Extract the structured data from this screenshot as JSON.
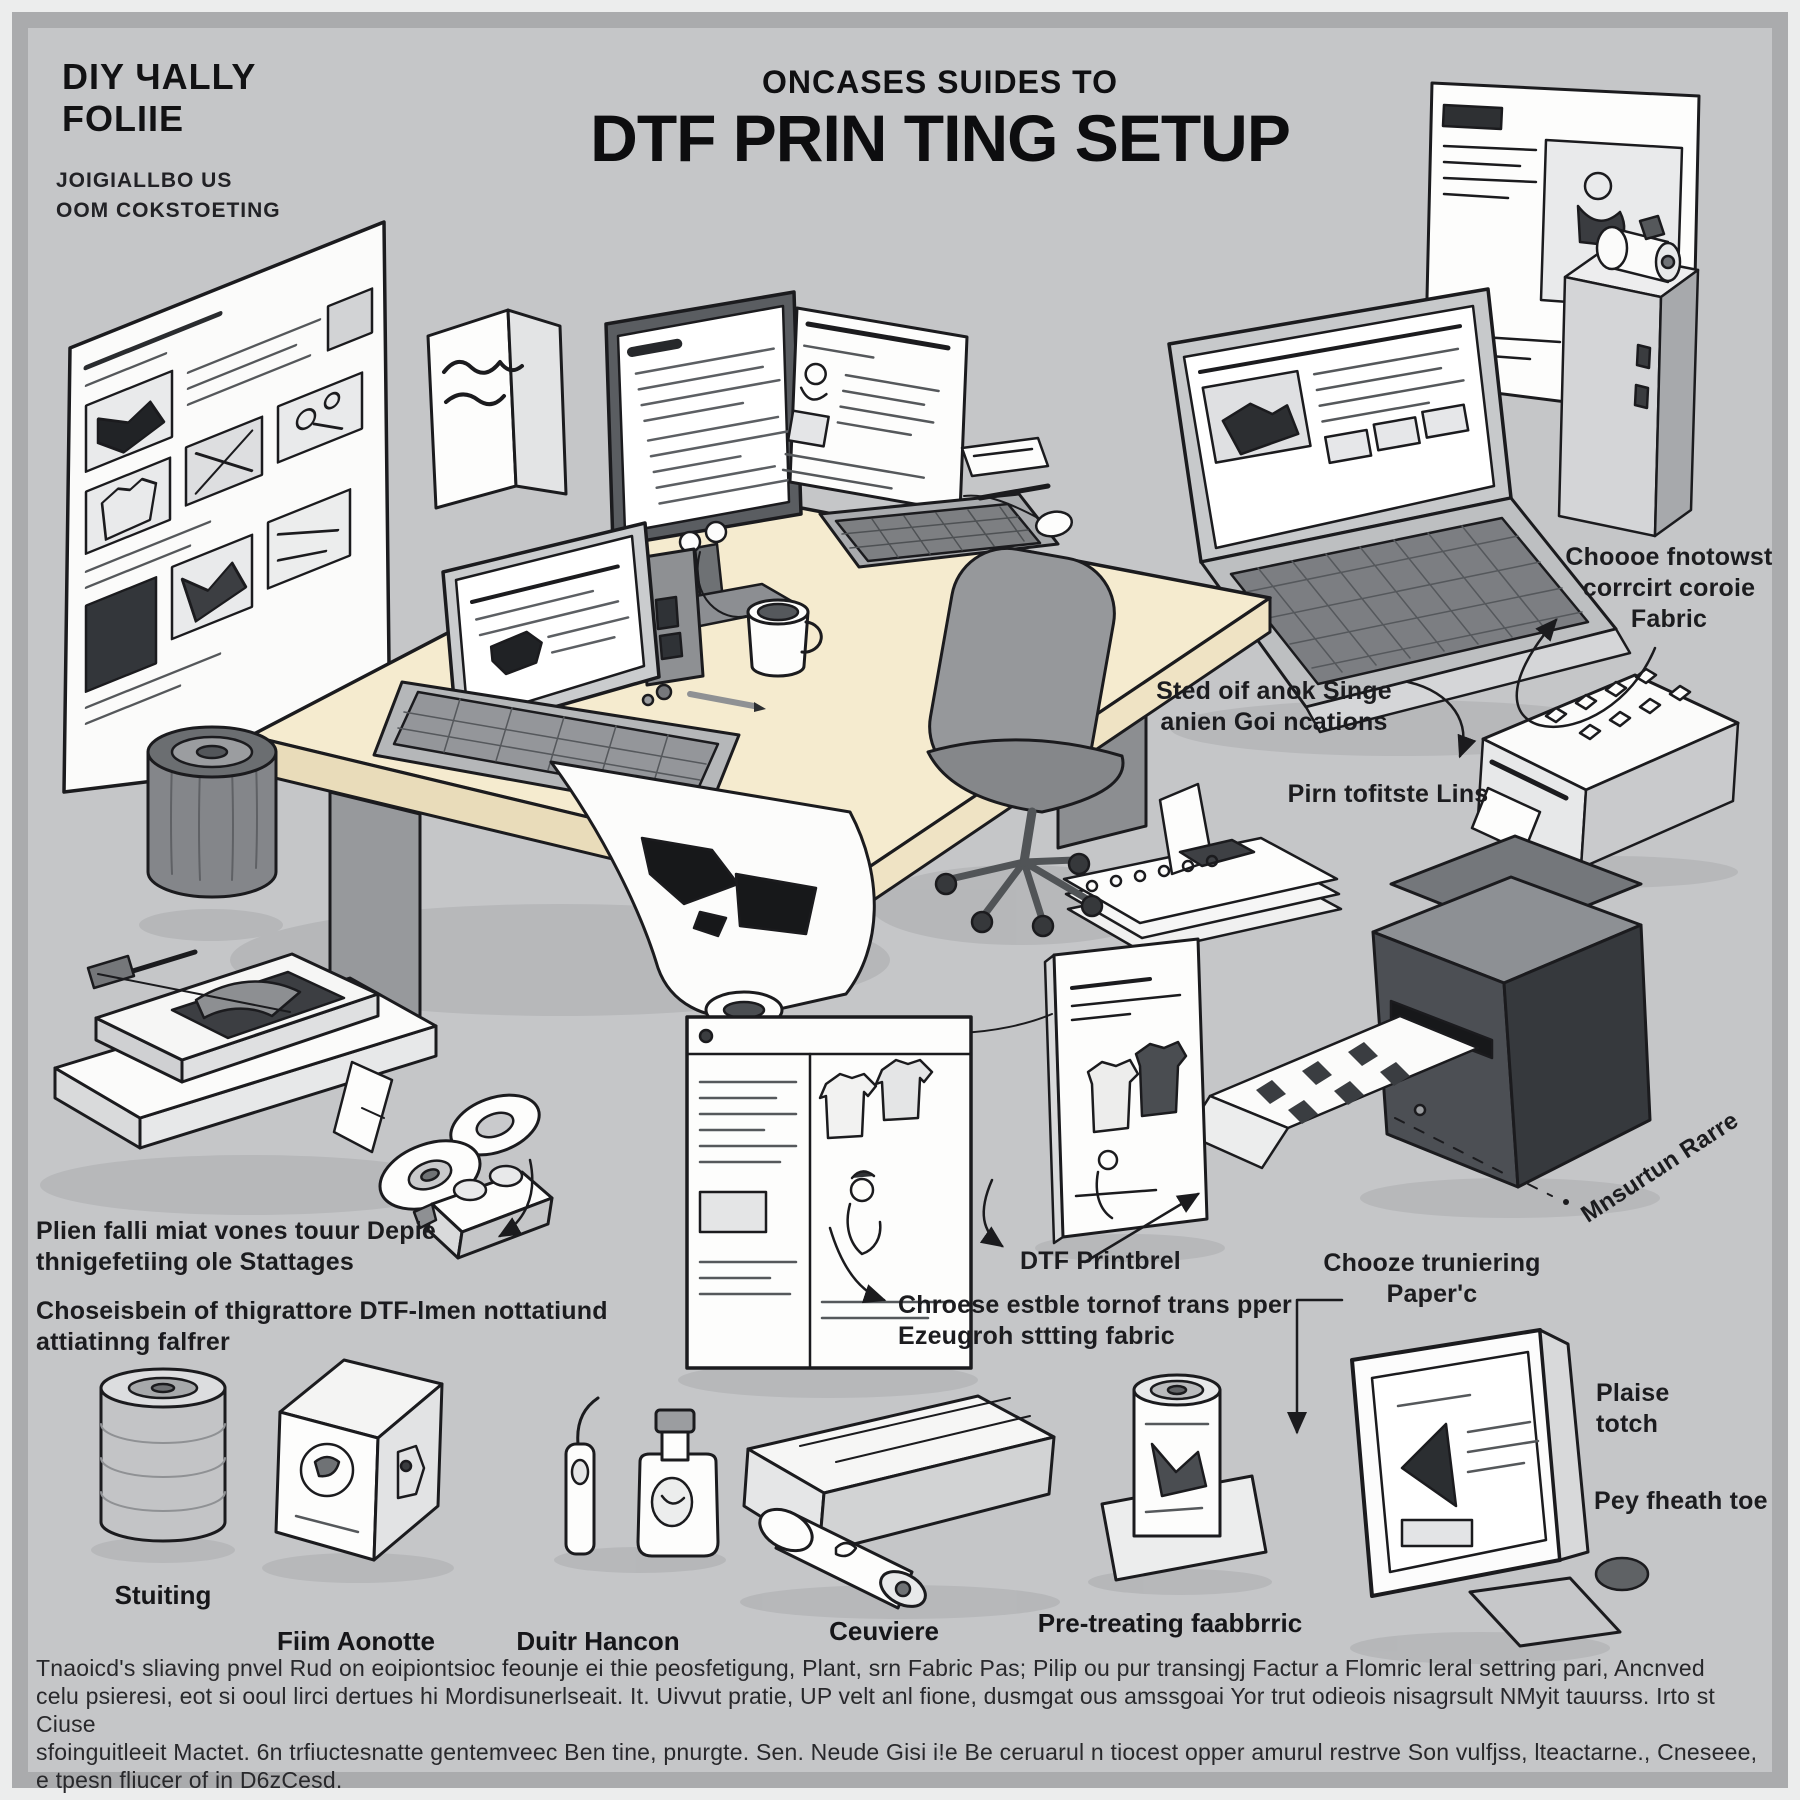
{
  "header": {
    "brand_title": "DIY ЧALLY\nFOLIIE",
    "brand_subtitle": "JOIGIALLBO US\nOOM COKSTOETING",
    "kicker": "ONCASES SUIDES TO",
    "title": "DTF PRIN TING SETUP"
  },
  "callouts": {
    "choose_fabric": "Choooe fnotowst\ncorrcirt coroie\nFabric",
    "seed_connections": "Sted oif anok Singe\nanien Goi ncations",
    "pim_lins": "Pirn tofitste Lins",
    "dtf_printbrel": "DTF Printbrel",
    "choose_paper": "Chooze truniering\nPaper'c",
    "measure_note": "Mnsurtun Rarre",
    "choose_transfer": "Chroese estble tornof trans pper\nEzeugroh sttting fabric",
    "plan_stages": "Plien falli miat vones touur Depie\nthnigefetiing ole Stattages",
    "choose_film": "Choseisbein of thigrattore DTF-lmen nottatiund\nattiatinng falfrer",
    "plate_touch": "Plaise\ntotch",
    "peel_sheet": "Pey fheath toe"
  },
  "items": {
    "stunting": "Stuiting",
    "film_aonotte": "Fiim Aonotte",
    "dutr_hancon": "Duitr Hancon",
    "ceuviere": "Ceuviere",
    "pretreating_fabric": "Pre-treating faabbrric"
  },
  "footer": {
    "paragraph": "Tnaoicd's sliaving pnvel Rud on eoipiontsioc feounje ei thie peosfetigung, Plant, srn Fabric Pas; Pilip ou pur transingj Factur a Flomric leral settring pari, Ancnved\ncelu psieresi, eot si ooul lirci dertues hi Mordisunerlseait. It. Uivvut pratie, UP velt anl fione, dusmgat ous amssgoai Yor trut odieois nisagrsult NMyit tauurss. Irto st Ciuse\nsfoinguitleeit Mactet. 6n trfiuctesnatte gentemveec Ben tine, pnurgte. Sen. Neude Gisi i!e Be ceruarul n tiocest opper amurul restrve Son vulfjss, lteactarne., Cneseee,\ne tpesn fliucer of in D6zCesd."
  },
  "colors": {
    "canvas": "#c5c6c8",
    "frame": "#aaabad",
    "desk": "#f5ebcf",
    "ink": "#1b1b1e",
    "dark_gray": "#4c4f54",
    "mid_gray": "#9b9da0",
    "light_gray": "#d9dadb",
    "paper_white": "#fdfdfc"
  }
}
